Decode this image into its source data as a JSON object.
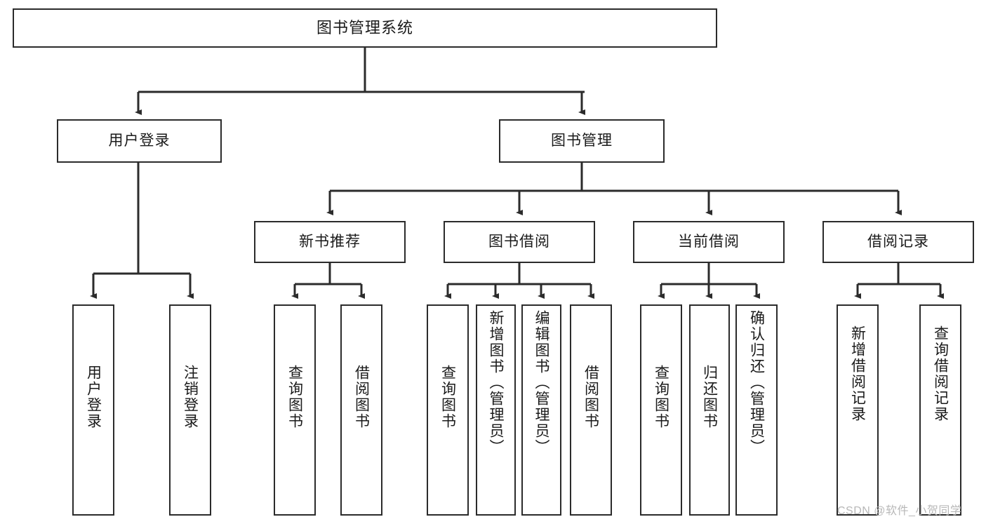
{
  "diagram": {
    "title": "图书管理系统",
    "type": "hierarchy-tree",
    "colors": {
      "box_border": "#2b2b2b",
      "box_fill": "#ffffff",
      "edge": "#2b2b2b",
      "text": "#1a1a1a",
      "watermark": "#b8b8b8"
    },
    "nodes": {
      "root": {
        "label": "图书管理系统"
      },
      "level2": [
        {
          "label": "用户登录"
        },
        {
          "label": "图书管理"
        }
      ],
      "level3": [
        {
          "label": "新书推荐"
        },
        {
          "label": "图书借阅"
        },
        {
          "label": "当前借阅"
        },
        {
          "label": "借阅记录"
        }
      ],
      "leaves_user_login": [
        {
          "label": "用户登录"
        },
        {
          "label": "注销登录"
        }
      ],
      "leaves_new_book": [
        {
          "label": "查询图书"
        },
        {
          "label": "借阅图书"
        }
      ],
      "leaves_borrow": [
        {
          "label": "查询图书"
        },
        {
          "label": "新增图书（管理员）"
        },
        {
          "label": "编辑图书（管理员）"
        },
        {
          "label": "借阅图书"
        }
      ],
      "leaves_current": [
        {
          "label": "查询图书"
        },
        {
          "label": "归还图书"
        },
        {
          "label": "确认归还（管理员）"
        }
      ],
      "leaves_record": [
        {
          "label": "新增借阅记录"
        },
        {
          "label": "查询借阅记录"
        }
      ]
    },
    "watermark": "CSDN @软件_小贺同学"
  }
}
